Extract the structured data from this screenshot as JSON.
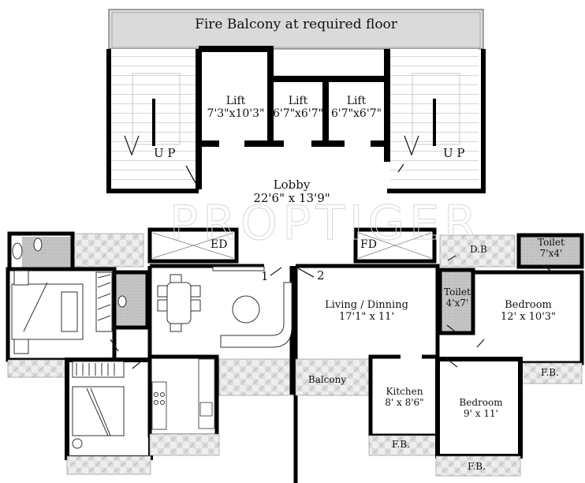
{
  "plan": {
    "watermark": "PROPTIGER",
    "fire_balcony": "Fire Balcony at required floor",
    "staircase_left": {
      "label": "U P"
    },
    "staircase_right": {
      "label": "U P"
    },
    "lifts": [
      {
        "name": "Lift",
        "size": "7'3\"x10'3\""
      },
      {
        "name": "Lift",
        "size": "6'7\"x6'7\""
      },
      {
        "name": "Lift",
        "size": "6'7\"x6'7\""
      }
    ],
    "lobby": {
      "name": "Lobby",
      "size": "22'6\" x 13'9\""
    },
    "ducts": {
      "ed": "ED",
      "fd": "FD"
    },
    "entrances": {
      "one": "1",
      "two": "2"
    },
    "living": {
      "name": "Living / Dinning",
      "size": "17'1\" x 11'"
    },
    "db": "D.B",
    "toilet_a": {
      "name": "Toilet",
      "size": "7'x4'"
    },
    "toilet_b": {
      "name": "Toilet",
      "size": "4'x7'"
    },
    "bedroom_a": {
      "name": "Bedroom",
      "size": "12' x 10'3\""
    },
    "bedroom_b": {
      "name": "Bedroom",
      "size": "9' x 11'"
    },
    "kitchen": {
      "name": "Kitchen",
      "size": "8' x 8'6\""
    },
    "balcony": "Balcony",
    "fb": [
      "F.B.",
      "F.B.",
      "F.B."
    ]
  },
  "colors": {
    "wall": "#000000",
    "hatch": "#c8c8c8",
    "balcony_fill": "#e6e6e6",
    "toilet_fill": "#bdbdbd",
    "fire_balcony_fill": "#d9d9d9"
  }
}
